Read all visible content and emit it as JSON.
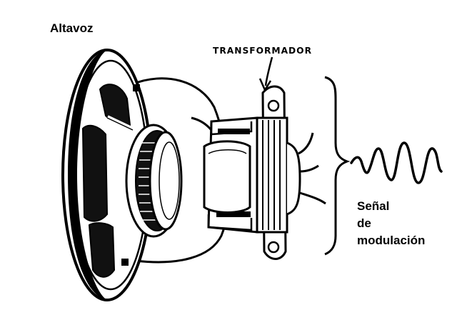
{
  "labels": {
    "speaker": "Altavoz",
    "transformer": "TRANSFORMADOR",
    "signal_line1": "Señal",
    "signal_line2": "de",
    "signal_line3": "modulación"
  },
  "colors": {
    "ink": "#000000",
    "paper": "#ffffff"
  },
  "icons": {
    "arrow": "arrow-down-icon"
  }
}
